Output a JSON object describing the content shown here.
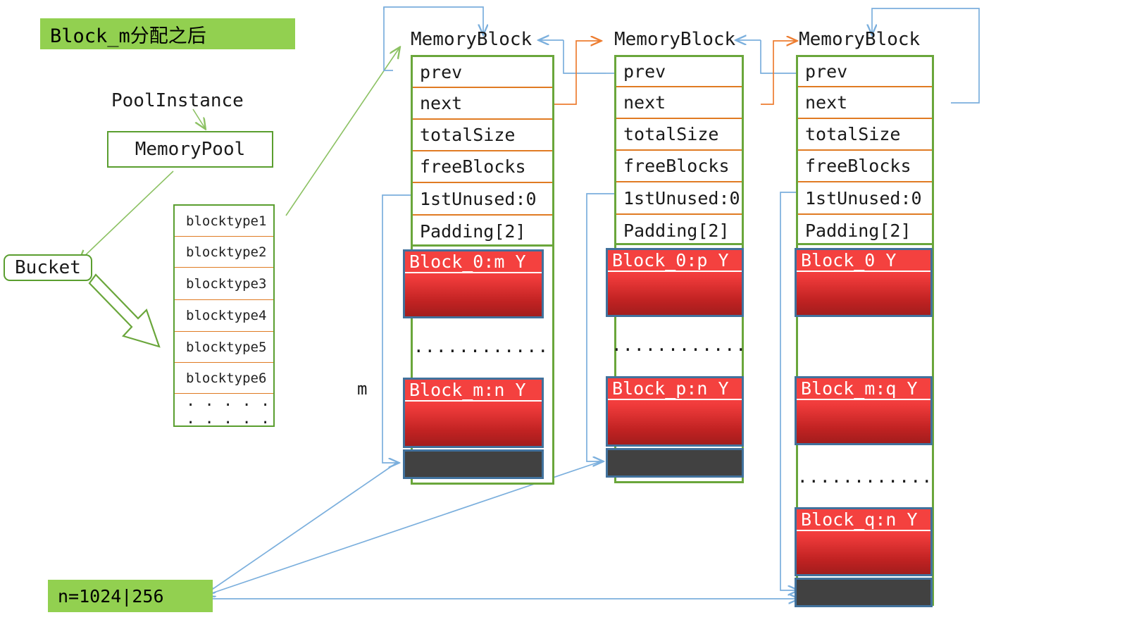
{
  "title_banner": {
    "text": "Block_m分配之后"
  },
  "left": {
    "pool_instance_label": "PoolInstance",
    "memory_pool_label": "MemoryPool",
    "bucket_label": "Bucket",
    "blocktypes": [
      "blocktype1",
      "blocktype2",
      "blocktype3",
      "blocktype4",
      "blocktype5",
      "blocktype6",
      ". . . . . . . . . ."
    ],
    "m_label": "m",
    "n_banner": "n=1024|256"
  },
  "columns": [
    {
      "title": "MemoryBlock",
      "fields": [
        "prev",
        "next",
        "totalSize",
        "freeBlocks",
        "1stUnused:0",
        "Padding[2]"
      ],
      "cells": [
        {
          "kind": "red",
          "label": "Block_0:m Y"
        },
        {
          "kind": "gap",
          "label": ""
        },
        {
          "kind": "dots",
          "label": "............"
        },
        {
          "kind": "red",
          "label": "Block_m:n Y"
        },
        {
          "kind": "gray",
          "label": ""
        }
      ]
    },
    {
      "title": "MemoryBlock",
      "fields": [
        "prev",
        "next",
        "totalSize",
        "freeBlocks",
        "1stUnused:0",
        "Padding[2]"
      ],
      "cells": [
        {
          "kind": "red",
          "label": "Block_0:p Y"
        },
        {
          "kind": "gap",
          "label": ""
        },
        {
          "kind": "dots",
          "label": "............"
        },
        {
          "kind": "red",
          "label": "Block_p:n Y"
        },
        {
          "kind": "gray",
          "label": ""
        }
      ]
    },
    {
      "title": "MemoryBlock",
      "fields": [
        "prev",
        "next",
        "totalSize",
        "freeBlocks",
        "1stUnused:0",
        "Padding[2]"
      ],
      "cells": [
        {
          "kind": "red",
          "label": "Block_0  Y"
        },
        {
          "kind": "gap",
          "label": ""
        },
        {
          "kind": "red",
          "label": "Block_m:q Y"
        },
        {
          "kind": "gap",
          "label": ""
        },
        {
          "kind": "dots",
          "label": "............"
        },
        {
          "kind": "red",
          "label": "Block_q:n Y"
        },
        {
          "kind": "gray",
          "label": ""
        }
      ]
    }
  ],
  "colors": {
    "banner_green": "#92d050",
    "outline_green": "#6aa63b",
    "field_divider_orange": "#e07b23",
    "wire_blue": "#7bafdd",
    "wire_orange": "#ed7d31",
    "wire_green": "#8cc163",
    "red_block": "#f43f3f",
    "gray_block": "#414141"
  }
}
